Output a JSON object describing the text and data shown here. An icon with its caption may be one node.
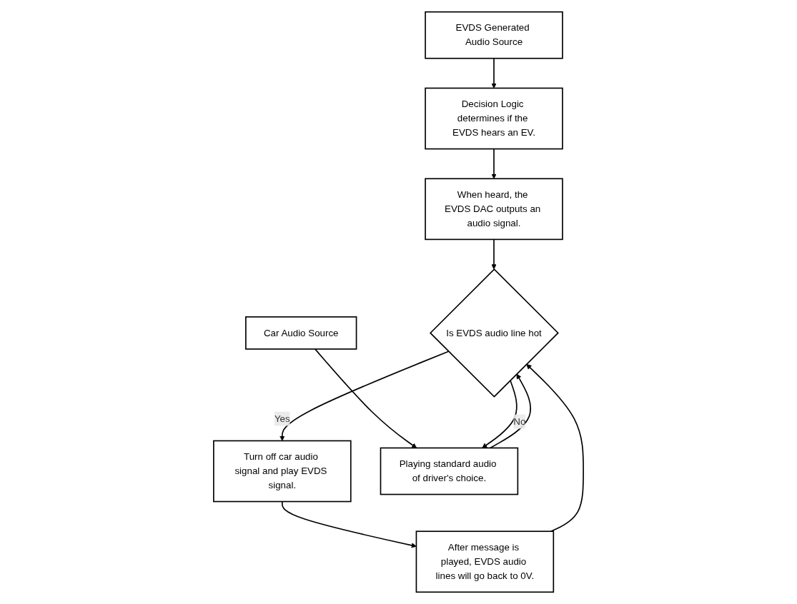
{
  "diagram": {
    "nodes": [
      {
        "text": [
          "EVDS Generated Audio Source"
        ]
      },
      {
        "text": [
          "Car Audio Source"
        ]
      },
      {
        "text": [
          "Turn off car audio signal and play EVDS signal."
        ]
      },
      {
        "text": [
          "Decision Logic determines if the EVDS hears an EV."
        ]
      },
      {
        "text": [
          "Playing standard audio of driver's choice."
        ]
      },
      {
        "text": [
          "After message is played, EVDS audio lines will go back to 0V."
        ]
      },
      {
        "text": [
          "When heard, the EVDS DAC outputs an audio signal."
        ]
      },
      {
        "text": [
          "Is EVDS audio line hot"
        ]
      }
    ],
    "edges": [
      {
        "from": 0,
        "to": 3,
        "arrow": "to"
      },
      {
        "from": 3,
        "to": 6,
        "arrow": "to"
      },
      {
        "from": 6,
        "to": 7,
        "arrow": "to"
      },
      {
        "from": 1,
        "to": 4,
        "arrow": "to"
      },
      {
        "from": 4,
        "to": 7,
        "arrow": "to"
      },
      {
        "from": 7,
        "to": 4,
        "label": "No",
        "arrow": "to"
      },
      {
        "from": 7,
        "to": 2,
        "label": "Yes",
        "arrow": "to"
      },
      {
        "from": 2,
        "to": 5,
        "arrow": "to"
      },
      {
        "from": 5,
        "to": 7,
        "arrow": "to"
      }
    ]
  }
}
